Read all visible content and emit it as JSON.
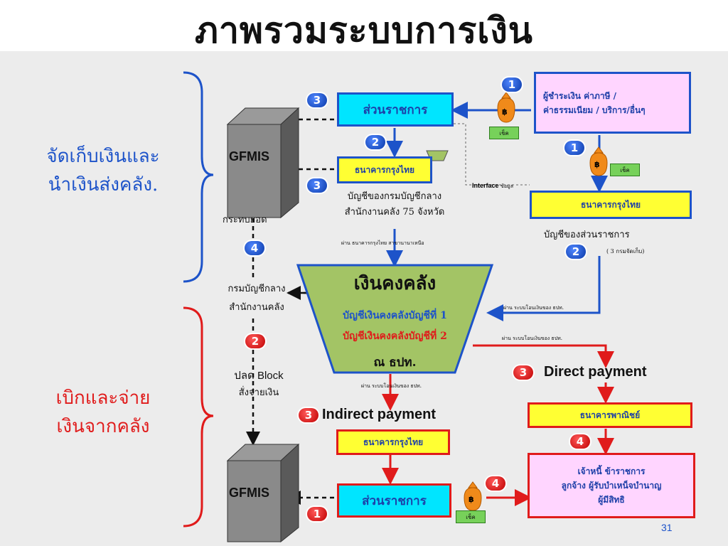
{
  "title": "ภาพรวมระบบการเงิน",
  "sections": {
    "collect_line1": "จัดเก็บเงินและ",
    "collect_line2": "นำเงินส่งคลัง.",
    "disburse_line1": "เบิกและจ่าย",
    "disburse_line2": "เงินจากคลัง"
  },
  "gfmis_label": "GFMIS",
  "boxes": {
    "agency_top": "ส่วนราชการ",
    "ktb_top": "ธนาคารกรุงไทย",
    "payer_line1": "ผู้ชำระเงิน  ค่าภาษี /",
    "payer_line2": "ค่าธรรมเนียม / บริการ/อื่นๆ",
    "ktb_right": "ธนาคารกรุงไทย",
    "treasury_title": "เงินคงคลัง",
    "treasury_acc1": "บัญชีเงินคงคลังบัญชีที่ 1",
    "treasury_acc2": "บัญชีเงินคงคลังบัญชีที่ 2",
    "treasury_bot": "ณ ธปท.",
    "commercial_bank": "ธนาคารพาณิชย์",
    "ktb_bottom": "ธนาคารกรุงไทย",
    "agency_bottom": "ส่วนราชการ",
    "creditor_line1": "เจ้าหนี้  ข้าราชการ",
    "creditor_line2": "ลูกจ้าง  ผู้รับบำเหน็จบำนาญ",
    "creditor_line3": "ผู้มีสิทธิ"
  },
  "labels": {
    "cgd_account_line1": "บัญชีของกรมบัญชีกลาง",
    "cgd_account_line2": "สำนักงานคลัง 75 จังหวัด",
    "via_ktb_main": "ผ่าน ธนาคารกรุงไทย สาขานานาเหนือ",
    "interface": "Interface",
    "interface_small": "ข้อมูล",
    "agency_account": "บัญชีของส่วนราชการ",
    "agency_account_note": "( 3 กรมจัดเก็บ)",
    "via_bot_1": "ผ่าน ระบบโอนเงินของ ธปท.",
    "via_bot_2": "ผ่าน ระบบโอนเงินของ ธปท.",
    "via_bot_3": "ผ่าน ระบบโอนเงินของ ธปท.",
    "reconcile": "กระทบยอด",
    "cgd_line1": "กรมบัญชีกลาง",
    "cgd_line2": "สำนักงานคลัง",
    "release_line1": "ปลด Block",
    "release_line2": "สั่งจ่ายเงิน",
    "direct_payment": "Direct payment",
    "indirect_payment": "Indirect payment",
    "check": "เช็ค",
    "baht": "฿"
  },
  "badges": {
    "b1_top": "1",
    "b3_agency": "3",
    "b2_ktb": "2",
    "b3_cgd": "3",
    "b1_right": "1",
    "b2_right": "2",
    "b4_left": "4",
    "b2_red": "2",
    "b3_direct": "3",
    "b3_indirect": "3",
    "b4_commercial": "4",
    "b4_bottom": "4",
    "b1_bottom": "1"
  },
  "page_number": "31",
  "colors": {
    "blue": "#1d53c9",
    "red": "#e01b1b",
    "cyan": "#00e5ff",
    "yellow": "#ffff33",
    "pink": "#ffd5ff",
    "treasury_green": "#a3c465"
  }
}
